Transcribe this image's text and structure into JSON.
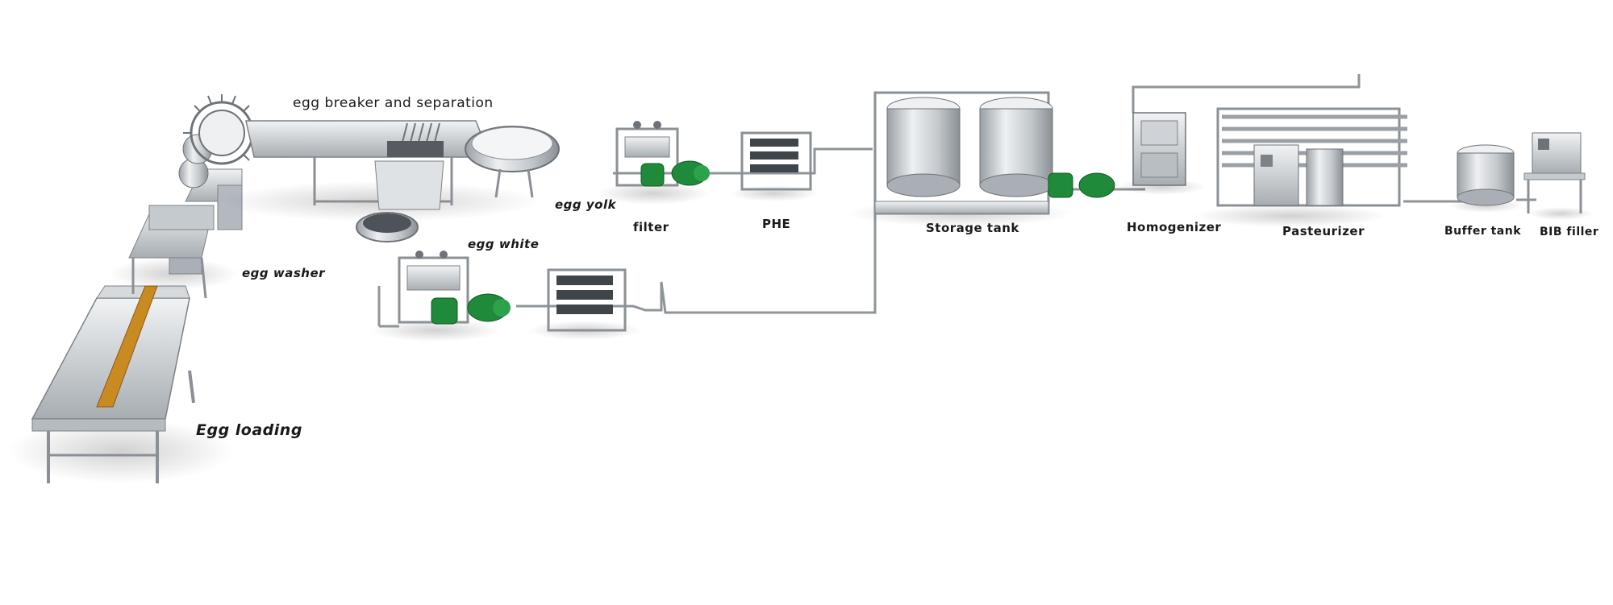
{
  "labels": {
    "egg_breaker": "egg breaker and separation",
    "egg_washer": "egg washer",
    "egg_loading": "Egg loading",
    "egg_yolk": "egg yolk",
    "egg_white": "egg white",
    "filter": "filter",
    "phe": "PHE",
    "storage_tank": "Storage tank",
    "homogenizer": "Homogenizer",
    "pasteurizer": "Pasteurizer",
    "buffer_tank": "Buffer tank",
    "bib_filler": "BIB filler"
  },
  "colors": {
    "steel_light": "#e4e6e8",
    "steel_mid": "#b9bec3",
    "steel_dark": "#6d7378",
    "motor_green": "#1f8a3a",
    "conveyor_egg": "#c98a22",
    "pipe": "#8e9498"
  }
}
